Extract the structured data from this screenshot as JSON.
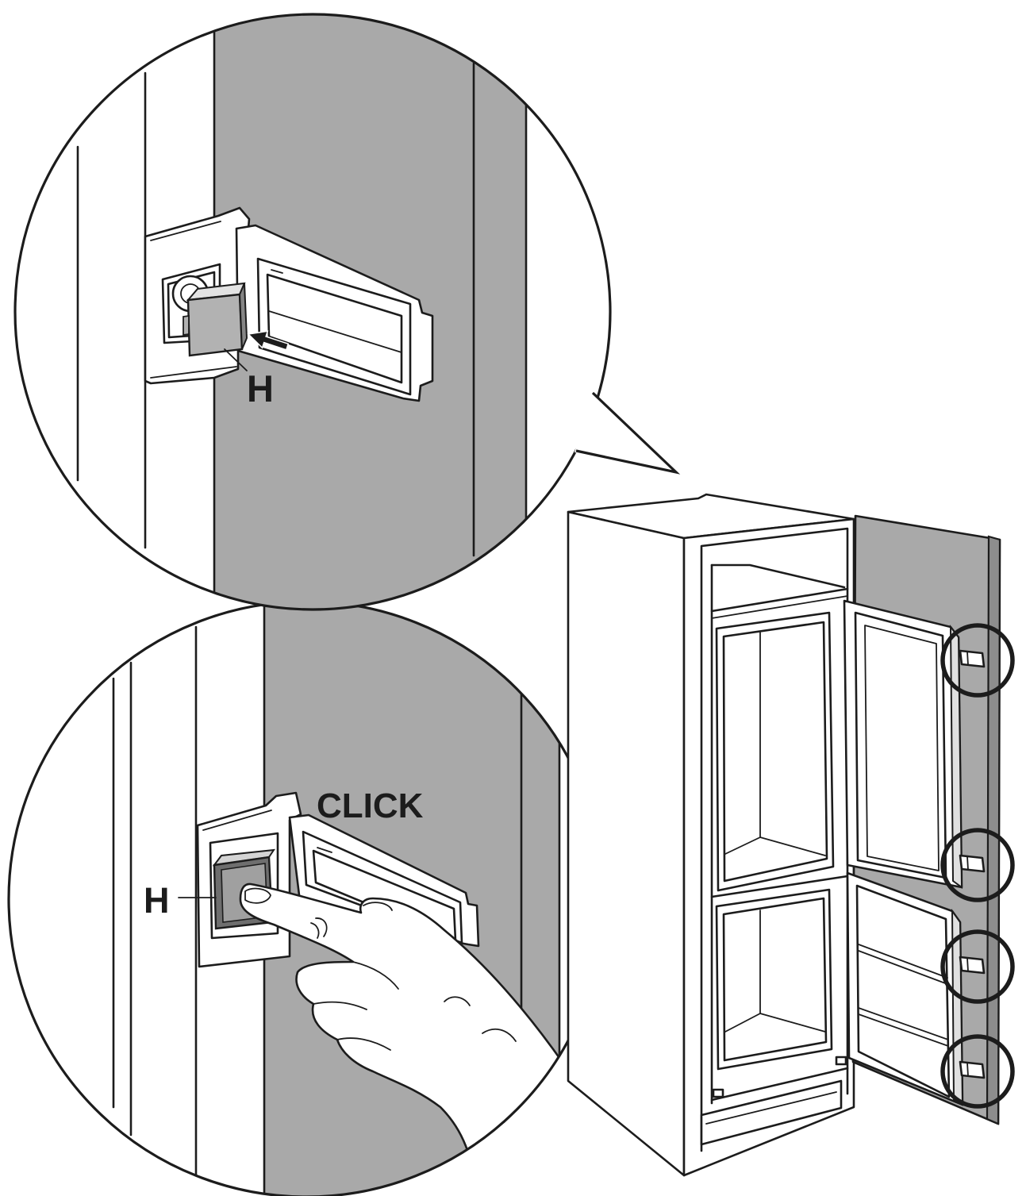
{
  "top_detail": {
    "cover_label": "H"
  },
  "bottom_detail": {
    "action_label": "CLICK",
    "cover_label": "H"
  },
  "colors": {
    "panel_gray": "#a9a9a9",
    "line": "#1c1c1c",
    "background": "#ffffff"
  }
}
